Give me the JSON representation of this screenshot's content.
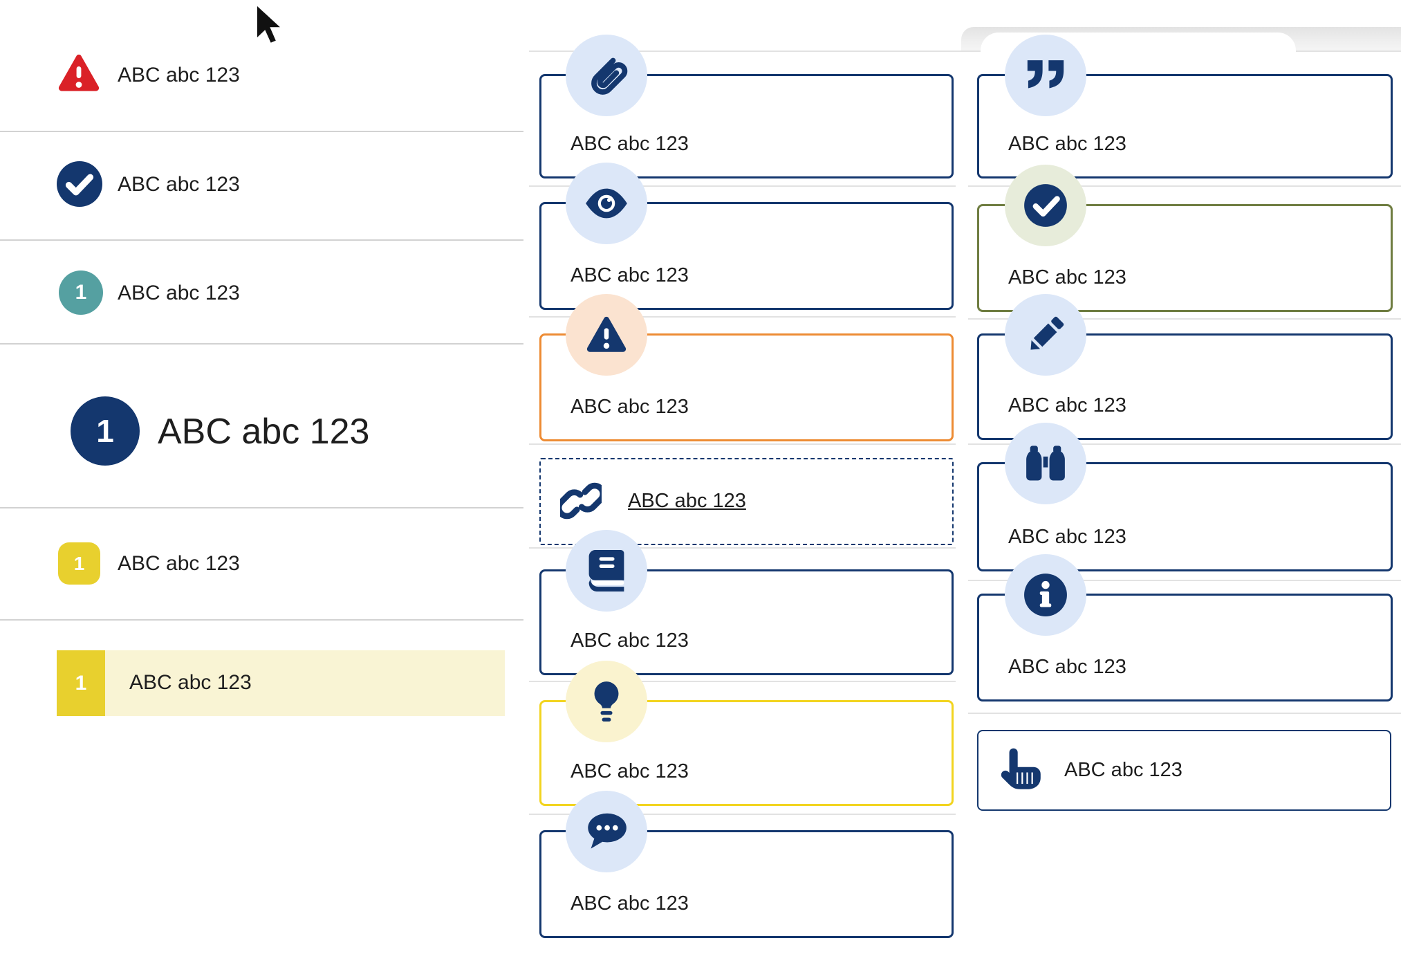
{
  "colors": {
    "navy": "#14376e",
    "red": "#da2127",
    "teal": "#55a0a1",
    "orange_border": "#ed8b33",
    "yellow_border": "#f2d41f",
    "olive_border": "#6f7d41",
    "yellow_badge": "#e8d02e",
    "highlight_row_bg": "#f9f4d4",
    "badge_blue_bg": "#dce7f8",
    "badge_peach_bg": "#fbe3d0",
    "badge_pale_yellow_bg": "#faf3cf",
    "badge_sage_bg": "#e7ecda",
    "text": "#1e1e1e"
  },
  "left_list": {
    "items": [
      {
        "icon": "alert-triangle-icon",
        "label": "ABC abc 123"
      },
      {
        "icon": "check-circle-icon",
        "label": "ABC abc 123"
      },
      {
        "icon": "number-badge-teal",
        "number": "1",
        "label": "ABC abc 123"
      },
      {
        "icon": "number-badge-yellow-rounded",
        "number": "1",
        "label": "ABC abc 123"
      },
      {
        "icon": "number-badge-yellow-highlighted",
        "number": "1",
        "label": "ABC abc 123"
      }
    ],
    "heading": {
      "icon": "number-badge-navy-large",
      "number": "1",
      "label": "ABC abc 123"
    }
  },
  "middle_callouts": [
    {
      "icon": "paperclip-icon",
      "label": "ABC abc 123",
      "variant": "navy"
    },
    {
      "icon": "eye-icon",
      "label": "ABC abc 123",
      "variant": "navy"
    },
    {
      "icon": "alert-triangle-icon",
      "label": "ABC abc 123",
      "variant": "orange"
    },
    {
      "icon": "link-icon",
      "label": "ABC abc 123",
      "variant": "dashed-link"
    },
    {
      "icon": "book-icon",
      "label": "ABC abc 123",
      "variant": "navy"
    },
    {
      "icon": "lightbulb-icon",
      "label": "ABC abc 123",
      "variant": "yellow"
    },
    {
      "icon": "chat-icon",
      "label": "ABC abc 123",
      "variant": "navy"
    }
  ],
  "right_callouts": [
    {
      "icon": "quote-icon",
      "label": "ABC abc 123",
      "variant": "navy"
    },
    {
      "icon": "check-circle-icon",
      "label": "ABC abc 123",
      "variant": "olive"
    },
    {
      "icon": "pencil-icon",
      "label": "ABC abc 123",
      "variant": "navy"
    },
    {
      "icon": "binoculars-icon",
      "label": "ABC abc 123",
      "variant": "navy"
    },
    {
      "icon": "info-icon",
      "label": "ABC abc 123",
      "variant": "navy"
    },
    {
      "icon": "hand-point-up-icon",
      "label": "ABC abc 123",
      "variant": "navy-inline"
    }
  ]
}
